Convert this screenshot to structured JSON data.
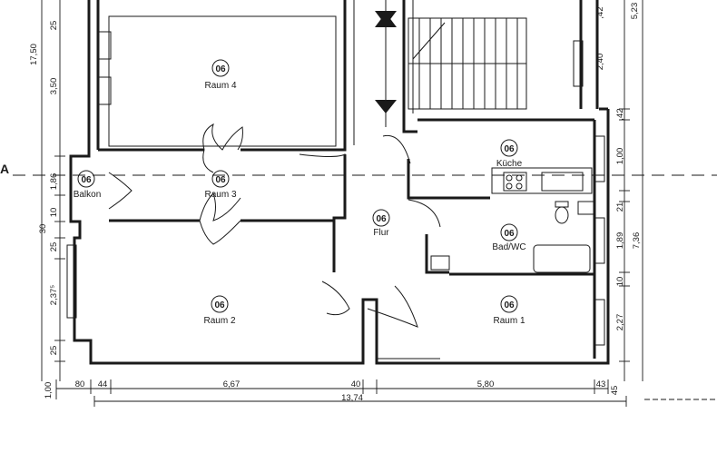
{
  "rooms": [
    {
      "id": "raum4",
      "badge": "06",
      "name": "Raum 4"
    },
    {
      "id": "raum3",
      "badge": "06",
      "name": "Raum 3"
    },
    {
      "id": "balkon",
      "badge": "06",
      "name": "Balkon"
    },
    {
      "id": "flur",
      "badge": "06",
      "name": "Flur"
    },
    {
      "id": "kueche",
      "badge": "06",
      "name": "Küche"
    },
    {
      "id": "badwc",
      "badge": "06",
      "name": "Bad/WC"
    },
    {
      "id": "raum2",
      "badge": "06",
      "name": "Raum 2"
    },
    {
      "id": "raum1",
      "badge": "06",
      "name": "Raum 1"
    }
  ],
  "dimensions": {
    "bottom": [
      "80",
      "44",
      "6,67",
      "40",
      "5,80",
      "43",
      "45",
      "13,74",
      "1,00"
    ],
    "left": [
      "17,50",
      "3,50",
      "1,86",
      "10",
      "30",
      "25",
      "2,37⁵",
      "25",
      "25"
    ],
    "right": [
      "5,23",
      ",42",
      "2,40",
      ",42",
      "1,00",
      "21",
      "1,89",
      "7,36",
      "10",
      "2,27"
    ]
  },
  "section_marker": "A"
}
